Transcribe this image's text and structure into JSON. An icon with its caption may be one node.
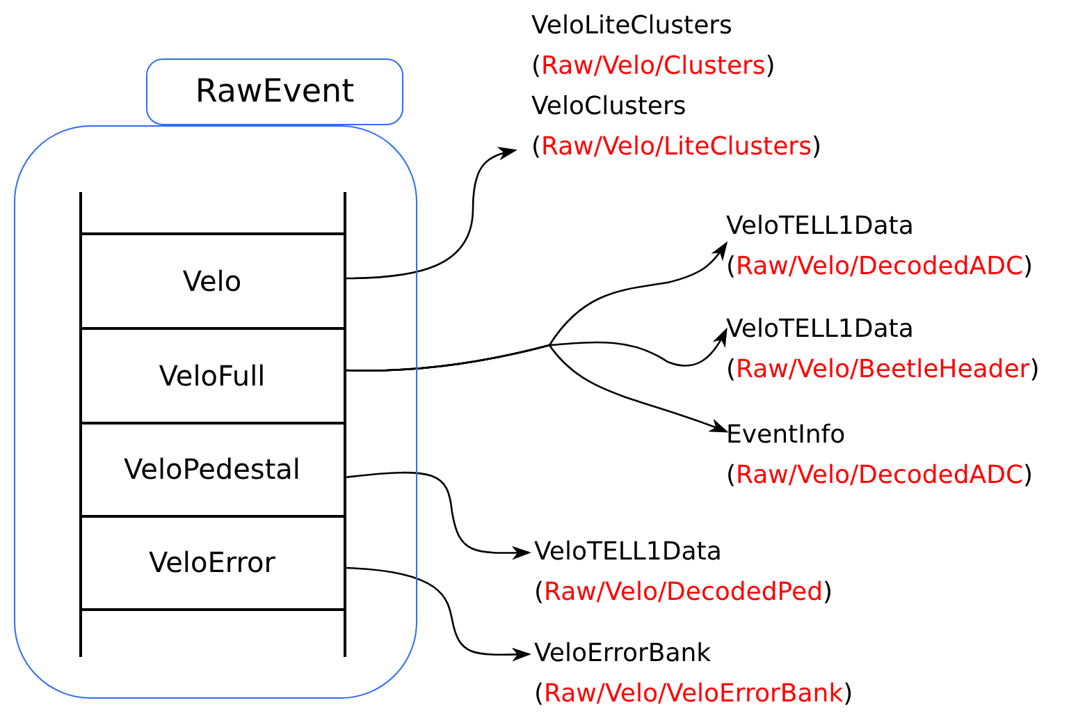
{
  "diagram": {
    "nodes": [
      {
        "text": [
          "RawEvent"
        ]
      },
      {
        "text": [],
        "shape": "box"
      },
      {
        "text": [
          "Velo"
        ],
        "in": 1
      },
      {
        "text": [
          "VeloFull"
        ],
        "in": 1
      },
      {
        "text": [
          "VeloPedestal"
        ],
        "in": 1
      },
      {
        "text": [
          "VeloError"
        ],
        "in": 1
      },
      {
        "text": [
          "VeloLiteClusters",
          "(Raw/Velo/Clusters)",
          "VeloClusters",
          "(Raw/Velo/LiteClusters)"
        ]
      },
      {
        "text": [
          "VeloTELL1Data",
          "(Raw/Velo/DecodedADC)"
        ]
      },
      {
        "text": [
          "VeloTELL1Data",
          "(Raw/Velo/BeetleHeader)"
        ]
      },
      {
        "text": [
          "EventInfo",
          "(Raw/Velo/DecodedADC)"
        ]
      },
      {
        "text": [
          "VeloTELL1Data",
          "(Raw/Velo/DecodedPed)"
        ]
      },
      {
        "text": [
          "VeloErrorBank",
          "(Raw/Velo/VeloErrorBank)"
        ]
      }
    ],
    "edges": [
      {
        "from": 2,
        "to": 6,
        "arrow": "to"
      },
      {
        "from": 3,
        "to": 7,
        "arrow": "to"
      },
      {
        "from": 3,
        "to": 8,
        "arrow": "to"
      },
      {
        "from": 3,
        "to": 9,
        "arrow": "to"
      },
      {
        "from": 4,
        "to": 10,
        "arrow": "to"
      },
      {
        "from": 5,
        "to": 11,
        "arrow": "to"
      }
    ]
  }
}
